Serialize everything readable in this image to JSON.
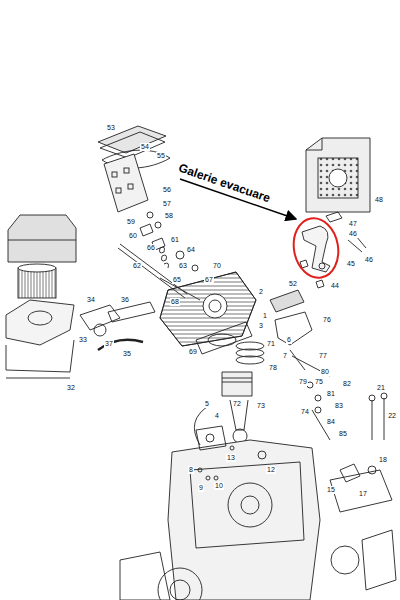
{
  "diagram": {
    "labels": [
      "Galerie evacuare",
      "53",
      "54",
      "55",
      "56",
      "57",
      "58",
      "59",
      "60",
      "61",
      "62",
      "63",
      "64",
      "65",
      "66",
      "67",
      "68",
      "69",
      "70",
      "71",
      "72",
      "73",
      "74",
      "75",
      "76",
      "77",
      "78",
      "79",
      "80",
      "81",
      "82",
      "83",
      "84",
      "85",
      "47",
      "48",
      "46",
      "45",
      "46",
      "44",
      "52",
      "32",
      "33",
      "34",
      "36",
      "35",
      "37",
      "1",
      "2",
      "3",
      "8",
      "9",
      "10",
      "12",
      "13",
      "15",
      "18",
      "17",
      "21",
      "22",
      "4",
      "5",
      "6",
      "7"
    ]
  }
}
